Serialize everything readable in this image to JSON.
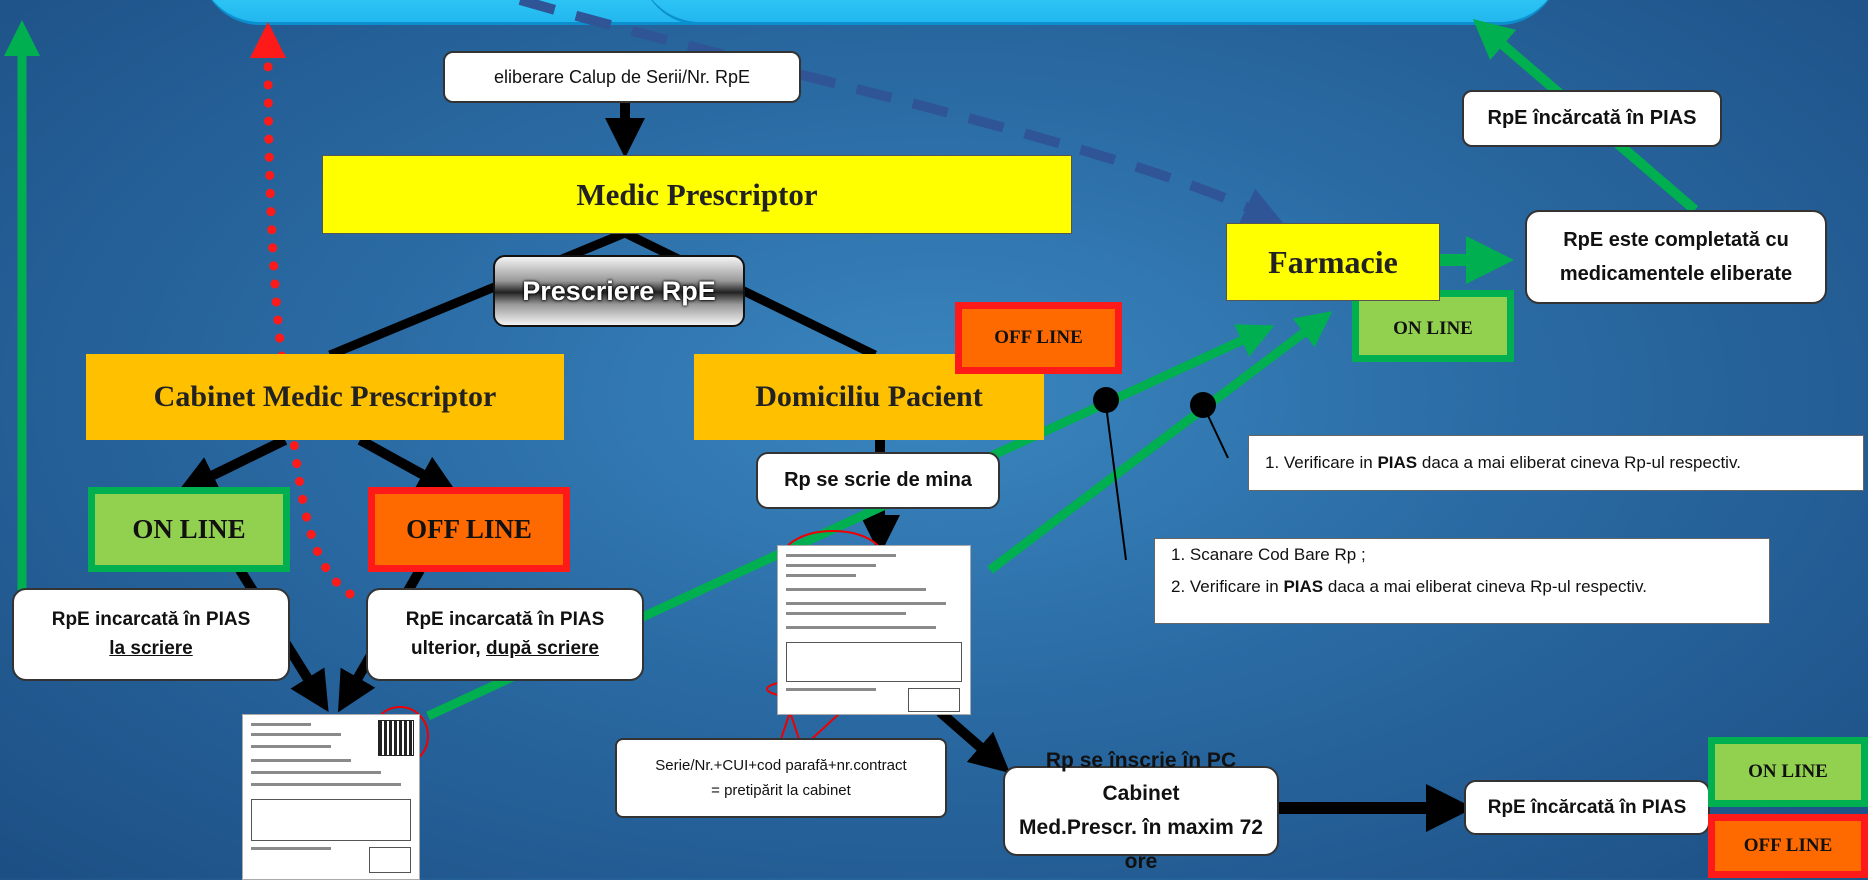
{
  "colors": {
    "background": "#2a6aa3",
    "online_fill": "#92d050",
    "online_border": "#00b050",
    "offline_fill": "#ff6a00",
    "offline_border": "#ff1a1a",
    "yellow_box": "#ffff00",
    "amber_box": "#ffc000",
    "green_arrow": "#00b050",
    "red_dotted": "#ff1a1a",
    "dashed_arrow": "#2f5597"
  },
  "boxes": {
    "eliberare": "eliberare Calup de Serii/Nr. RpE",
    "medic_prescriptor": "Medic Prescriptor",
    "prescriere": "Prescriere RpE",
    "cabinet": "Cabinet Medic Prescriptor",
    "domiciliu": "Domiciliu Pacient",
    "farmacie": "Farmacie",
    "cabinet_online": "ON LINE",
    "cabinet_offline": "OFF LINE",
    "domiciliu_offline": "OFF LINE",
    "farmacie_online": "ON LINE",
    "rpe_incarcata_pias_top": "RpE încărcată în PIAS",
    "rpe_completata": "RpE este completată cu medicamentele eliberate",
    "rpe_scriere_line1": "RpE incarcată în PIAS",
    "rpe_scriere_line2": "la scriere",
    "rpe_ulterior_line1": "RpE incarcată în PIAS",
    "rpe_ulterior_line2a": "ulterior, ",
    "rpe_ulterior_line2b": "după scriere",
    "rp_mina": "Rp se scrie de mina",
    "serie_line1": "Serie/Nr.+CUI+cod parafă+nr.contract",
    "serie_line2": "= pretipărit la cabinet",
    "rp_inscrie_line1": "Rp se înscrie în PC Cabinet",
    "rp_inscrie_line2": "Med.Prescr. în maxim 72 ore",
    "rpe_incarcata_pias_bottom": "RpE încărcată în PIAS",
    "bottom_online": "ON LINE",
    "bottom_offline": "OFF LINE"
  },
  "notes": {
    "note1_prefix": "1. Verificare in ",
    "note1_bold": "PIAS",
    "note1_suffix": " daca a mai eliberat cineva Rp-ul respectiv.",
    "note2_line1": "1. Scanare Cod Bare Rp ;",
    "note2_line2_prefix": "2. Verificare in ",
    "note2_line2_bold": "PIAS",
    "note2_line2_suffix": " daca a mai eliberat cineva Rp-ul respectiv."
  }
}
